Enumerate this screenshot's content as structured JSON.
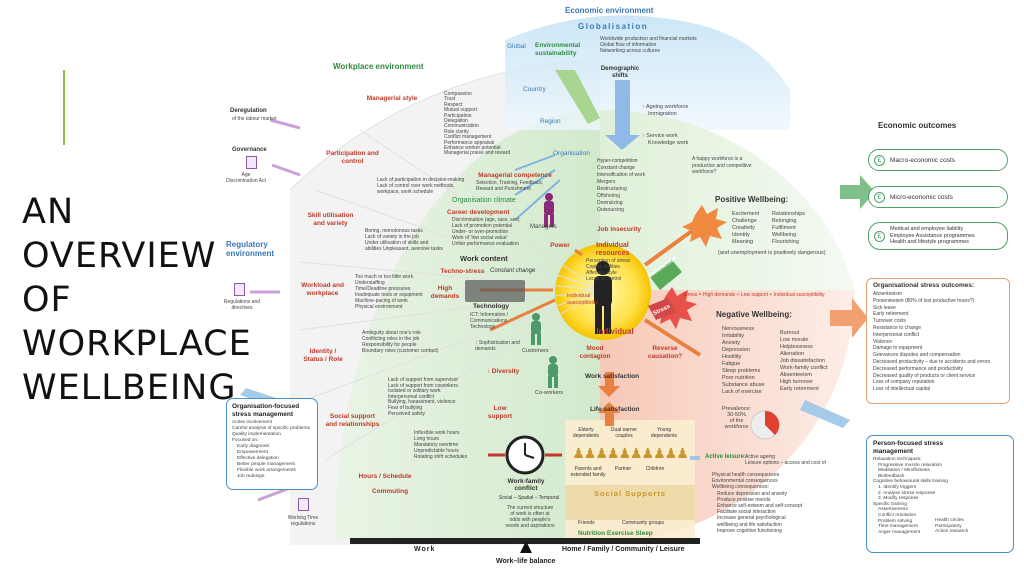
{
  "slide_title": [
    "AN",
    "OVERVIEW",
    "OF",
    "WORKPLACE",
    "WELLBEING"
  ],
  "economic_environment": {
    "title": "Economic environment",
    "globalisation": "Globalisation",
    "global": "Global",
    "sustainability": "Environmental sustainability",
    "global_items": [
      "Worldwide production and financial markets",
      "Global flow of information",
      "Networking across cultures"
    ],
    "demographic": "Demographic shifts",
    "country": "Country",
    "region": "Region",
    "organisation": "Organisation",
    "ageing": "Ageing workforce",
    "immigration": "Immigration",
    "service_work": "Service work",
    "knowledge_work": "Knowledge work",
    "org_items": [
      "Hyper-competition",
      "Constant change",
      "Intensification of work",
      "Mergers",
      "Restructuring",
      "Offshoring",
      "Downsizing",
      "Outsourcing"
    ],
    "happy_note": "A happy workforce is a productive and competitive workforce?"
  },
  "workplace_environment": {
    "title": "Workplace environment",
    "deregulation": "Deregulation",
    "deregulation_sub": "of the labour market",
    "governance": "Governance",
    "age_act": "Age Discrimination Act",
    "regulatory": "Regulatory environment",
    "regulations": "Regulations and directives",
    "working_time": "Working Time regulations",
    "categories": [
      {
        "label": "Managerial style",
        "items": [
          "Compassion",
          "Trust",
          "Respect",
          "Mutual support",
          "Participation",
          "Delegation",
          "Communication",
          "Role clarity",
          "Conflict management",
          "Performance appraisal",
          "Enhance worker potential",
          "Managerial praise and reward"
        ]
      },
      {
        "label": "Participation and control",
        "items": [
          "Lack of participation in decision-making",
          "Lack of control over work methods,",
          "workpace, work schedule"
        ]
      },
      {
        "label": "Skill utilisation and variety",
        "items": [
          "Boring, monotonous tasks",
          "Lack of variety in the job",
          "Under utilisation of skills and",
          "abilities Unpleasant, aversive tasks"
        ]
      },
      {
        "label": "Workload and workplace",
        "items": [
          "Too much or too little work",
          "Understaffing",
          "Time/Deadline pressures",
          "Inadequate tools or equipment",
          "Machine-pacing of work",
          "Physical environment"
        ]
      },
      {
        "label": "Identity / Status / Role",
        "items": [
          "Ambiguity about one's role",
          "Conflicting roles in the job",
          "Responsibility for people",
          "Boundary roles (customer contact)"
        ]
      },
      {
        "label": "Social support and relationships",
        "items": [
          "Lack of support from supervisor",
          "Lack of support from coworkers",
          "Isolated or solitary work",
          "Interpersonal conflict",
          "Bullying, harassment, violence",
          "Fear of bullying",
          "Perceived safety"
        ]
      },
      {
        "label": "Hours / Schedule",
        "items": [
          "Inflexible work hours",
          "Long hours",
          "Mandatory overtime",
          "Unpredictable hours",
          "Rotating shift schedules"
        ]
      },
      {
        "label": "Commuting",
        "items": []
      }
    ],
    "managerial_competence": "Managerial competence",
    "competence_items": [
      "Selection, Training, Feedback,",
      "Reward and Punishment"
    ],
    "org_climate": "Organisation climate",
    "career_dev": "Career development",
    "career_items": [
      "Discrimination (age, race, sex)",
      "Lack of promotion potential",
      "Under- or over-promotion",
      "Work of 'low social value'",
      "Unfair performance evaluation"
    ],
    "managers": "Managers",
    "power": "Power",
    "work_content": "Work content",
    "techno_stress": "Techno-stress",
    "constant_change": "Constant change",
    "high_demands": "High demands",
    "technology": "Technology",
    "technology_items": [
      "ICT: Information /",
      "Communications",
      "Technology"
    ],
    "sophistication": "Sophistication and demands",
    "customers": "Customers",
    "diversity": "Diversity",
    "low_support": "Low support",
    "coworkers": "Co-workers"
  },
  "individual": {
    "job_insecurity": "Job insecurity",
    "resources_title": "Individual resources",
    "resources": [
      "Perception of stress",
      "Coping abilities",
      "Affective style",
      "Locus of control"
    ],
    "susceptibility": "Individual susceptibility",
    "label": "Individual",
    "mood": "Mood contagion",
    "reverse": "Reverse causation?",
    "satisfaction": "Satisfaction",
    "stress": "Stress"
  },
  "positive": {
    "title": "Positive Wellbeing:",
    "col1": [
      "Excitement",
      "Challenge",
      "Creativity",
      "Identity",
      "Meaning"
    ],
    "col2": [
      "Relationships",
      "Belonging",
      "Fulfilment",
      "Wellbeing",
      "Flourishing"
    ],
    "note": "(and unemployment is positively dangerous)"
  },
  "stress_line": "Stress = High demands + Low support + Individual susceptibility",
  "negative": {
    "title": "Negative Wellbeing:",
    "col1": [
      "Nervousness",
      "Irritability",
      "Anxiety",
      "Depression",
      "Hostility",
      "Fatigue",
      "Sleep problems",
      "Poor nutrition",
      "Substance abuse",
      "Lack of exercise"
    ],
    "col2": [
      "Burnout",
      "Low morale",
      "Helplessness",
      "Alienation",
      "Job dissatisfaction",
      "Work-family conflict",
      "Absenteeism",
      "High turnover",
      "Early retirement"
    ],
    "prevalence": [
      "Prevalence:",
      "30-50%",
      "of the",
      "workforce"
    ]
  },
  "economic_outcomes": {
    "title": "Economic outcomes",
    "macro": "Macro-economic costs",
    "micro": "Micro-economic costs",
    "medical": [
      "Medical and employee liability",
      "Employee Assistance programmes",
      "Health and lifestyle programmes"
    ]
  },
  "org_outcomes": {
    "title": "Organisational stress outcomes:",
    "items": [
      "Absenteeism",
      "Presenteeism (80% of lost productive hours?)",
      "Sick leave",
      "Early retirement",
      "Turnover costs",
      "Resistance to change",
      "Interpersonal conflict",
      "Violence",
      "Damage to equipment",
      "Grievances disputes and compensation",
      "Decreased productivity – due to accidents and errors",
      "Decreased performance and productivity",
      "Decreased quality of products or client service",
      "Loss of company reputation",
      "Loss of intellectual capital"
    ]
  },
  "org_focused": {
    "title": "Organisation-focused stress management",
    "items": [
      "Active involvement",
      "Careful analysis of specific problems",
      "Quality implementation",
      "Focused on:",
      "Early diagnosis",
      "Empowerment",
      "Effective delegation",
      "Better people management",
      "Flexible work arrangements",
      "Job redesign"
    ]
  },
  "person_focused": {
    "title": "Person-focused stress management",
    "items": [
      "Relaxation techniques:",
      "Progressive muscle relaxation",
      "Meditation / Mindfulness",
      "Biofeedback",
      "Cognitive behavioural skills training",
      "1. Identify triggers",
      "2. Analyse stress response",
      "3. Modify response",
      "Specific training",
      "Assertiveness",
      "Conflict resolution",
      "Problem solving",
      "Time management",
      "Anger management"
    ],
    "right_items": [
      "Health circles",
      "Participatory",
      "Action research"
    ]
  },
  "work_life": {
    "work_satisfaction": "Work satisfaction",
    "life_satisfaction": "Life satisfaction",
    "family": [
      "Elderly dependents",
      "Dual earner couples",
      "Young dependents"
    ],
    "family2": [
      "Parents and extended family",
      "Partner",
      "Children"
    ],
    "social_supports": "Social Supports",
    "friends": "Friends",
    "community": "Community groups",
    "nutrition": "Nutrition Exercise Sleep",
    "conflict_title": "Work-family conflict",
    "conflict_sub": "Social – Spatial – Temporal",
    "conflict_desc": [
      "The current structure",
      "of work is often at",
      "odds with people's",
      "needs and aspirations"
    ],
    "work": "Work",
    "home": "Home / Family / Community / Leisure",
    "balance": "Work–life balance",
    "active_leisure": "Active leisure:",
    "active_leisure_desc": [
      "Active ageing",
      "Leisure options – access and cost of"
    ],
    "health_items": [
      "Physical health consequences",
      "Environmental consequences",
      "Wellbeing consequences:",
      "Reduce depression and anxiety",
      "Produce positive moods",
      "Enhance self-esteem and self-concept",
      "Facilitate social interaction",
      "Increase general psychological",
      "wellbeing and life satisfaction",
      "Improve cognitive functioning"
    ]
  },
  "colors": {
    "green": "#2e8b3e",
    "red": "#c0392b",
    "blue": "#3a78b8",
    "orange": "#e07030",
    "accent": "#8cc04a"
  }
}
